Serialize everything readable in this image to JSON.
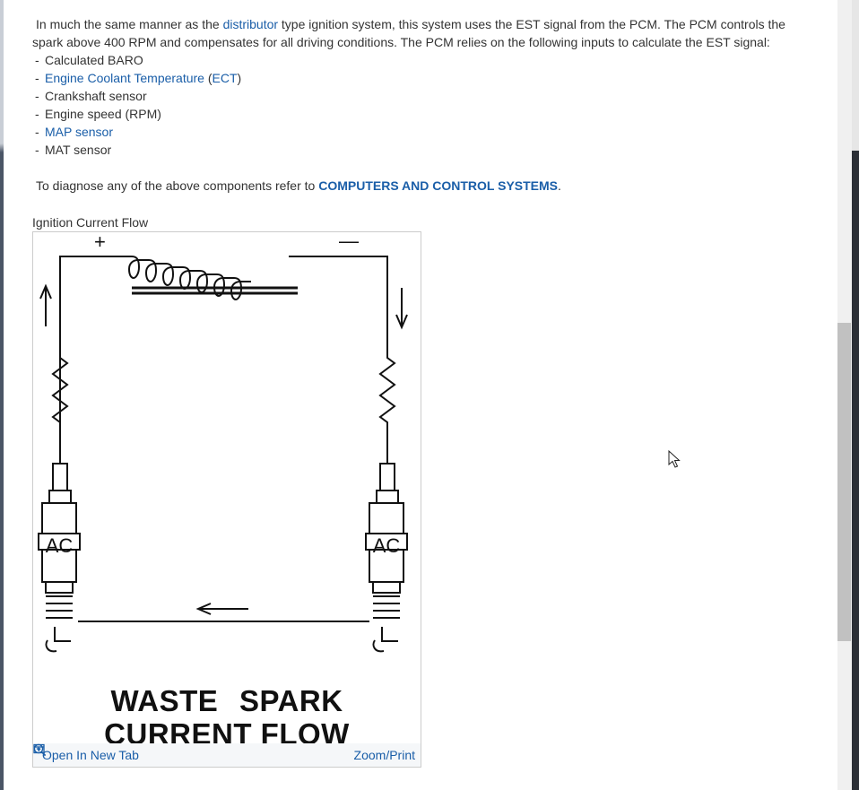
{
  "intro": {
    "before_link": "In much the same manner as the ",
    "link": "distributor",
    "after_link": " type ignition system, this system uses the EST signal from the PCM. The PCM controls the spark above 400 RPM and compensates for all driving conditions. The PCM relies on the following inputs to calculate the EST signal:"
  },
  "inputs": [
    {
      "dash": "-",
      "text": "Calculated BARO",
      "is_link": false
    },
    {
      "dash": "-",
      "link": "Engine Coolant Temperature",
      "paren_open": " (",
      "link2": "ECT",
      "paren_close": ")",
      "is_link": true
    },
    {
      "dash": "-",
      "text": "Crankshaft sensor",
      "is_link": false
    },
    {
      "dash": "-",
      "text": "Engine speed (RPM)",
      "is_link": false
    },
    {
      "dash": "-",
      "link": "MAP sensor",
      "is_link": true
    },
    {
      "dash": "-",
      "text": "MAT sensor",
      "is_link": false
    }
  ],
  "diagnose": {
    "before_link": "To diagnose any of the above components refer to ",
    "link": "COMPUTERS AND CONTROL SYSTEMS",
    "after_link": "."
  },
  "figure": {
    "caption": "Ignition Current Flow",
    "plus_sign": "+",
    "minus_sign": "—",
    "plug_label": "AC",
    "line1": "WASTE SPARK",
    "line2": "CURRENT FLOW",
    "open_tab_label": "Open In New Tab",
    "zoom_label": "Zoom/Print",
    "open_tab_icon": "open-tab-icon",
    "zoom_icon": "zoom-icon"
  },
  "colors": {
    "link": "#1a5ea8",
    "text": "#333333",
    "footer_bg": "#f5f7f9"
  }
}
